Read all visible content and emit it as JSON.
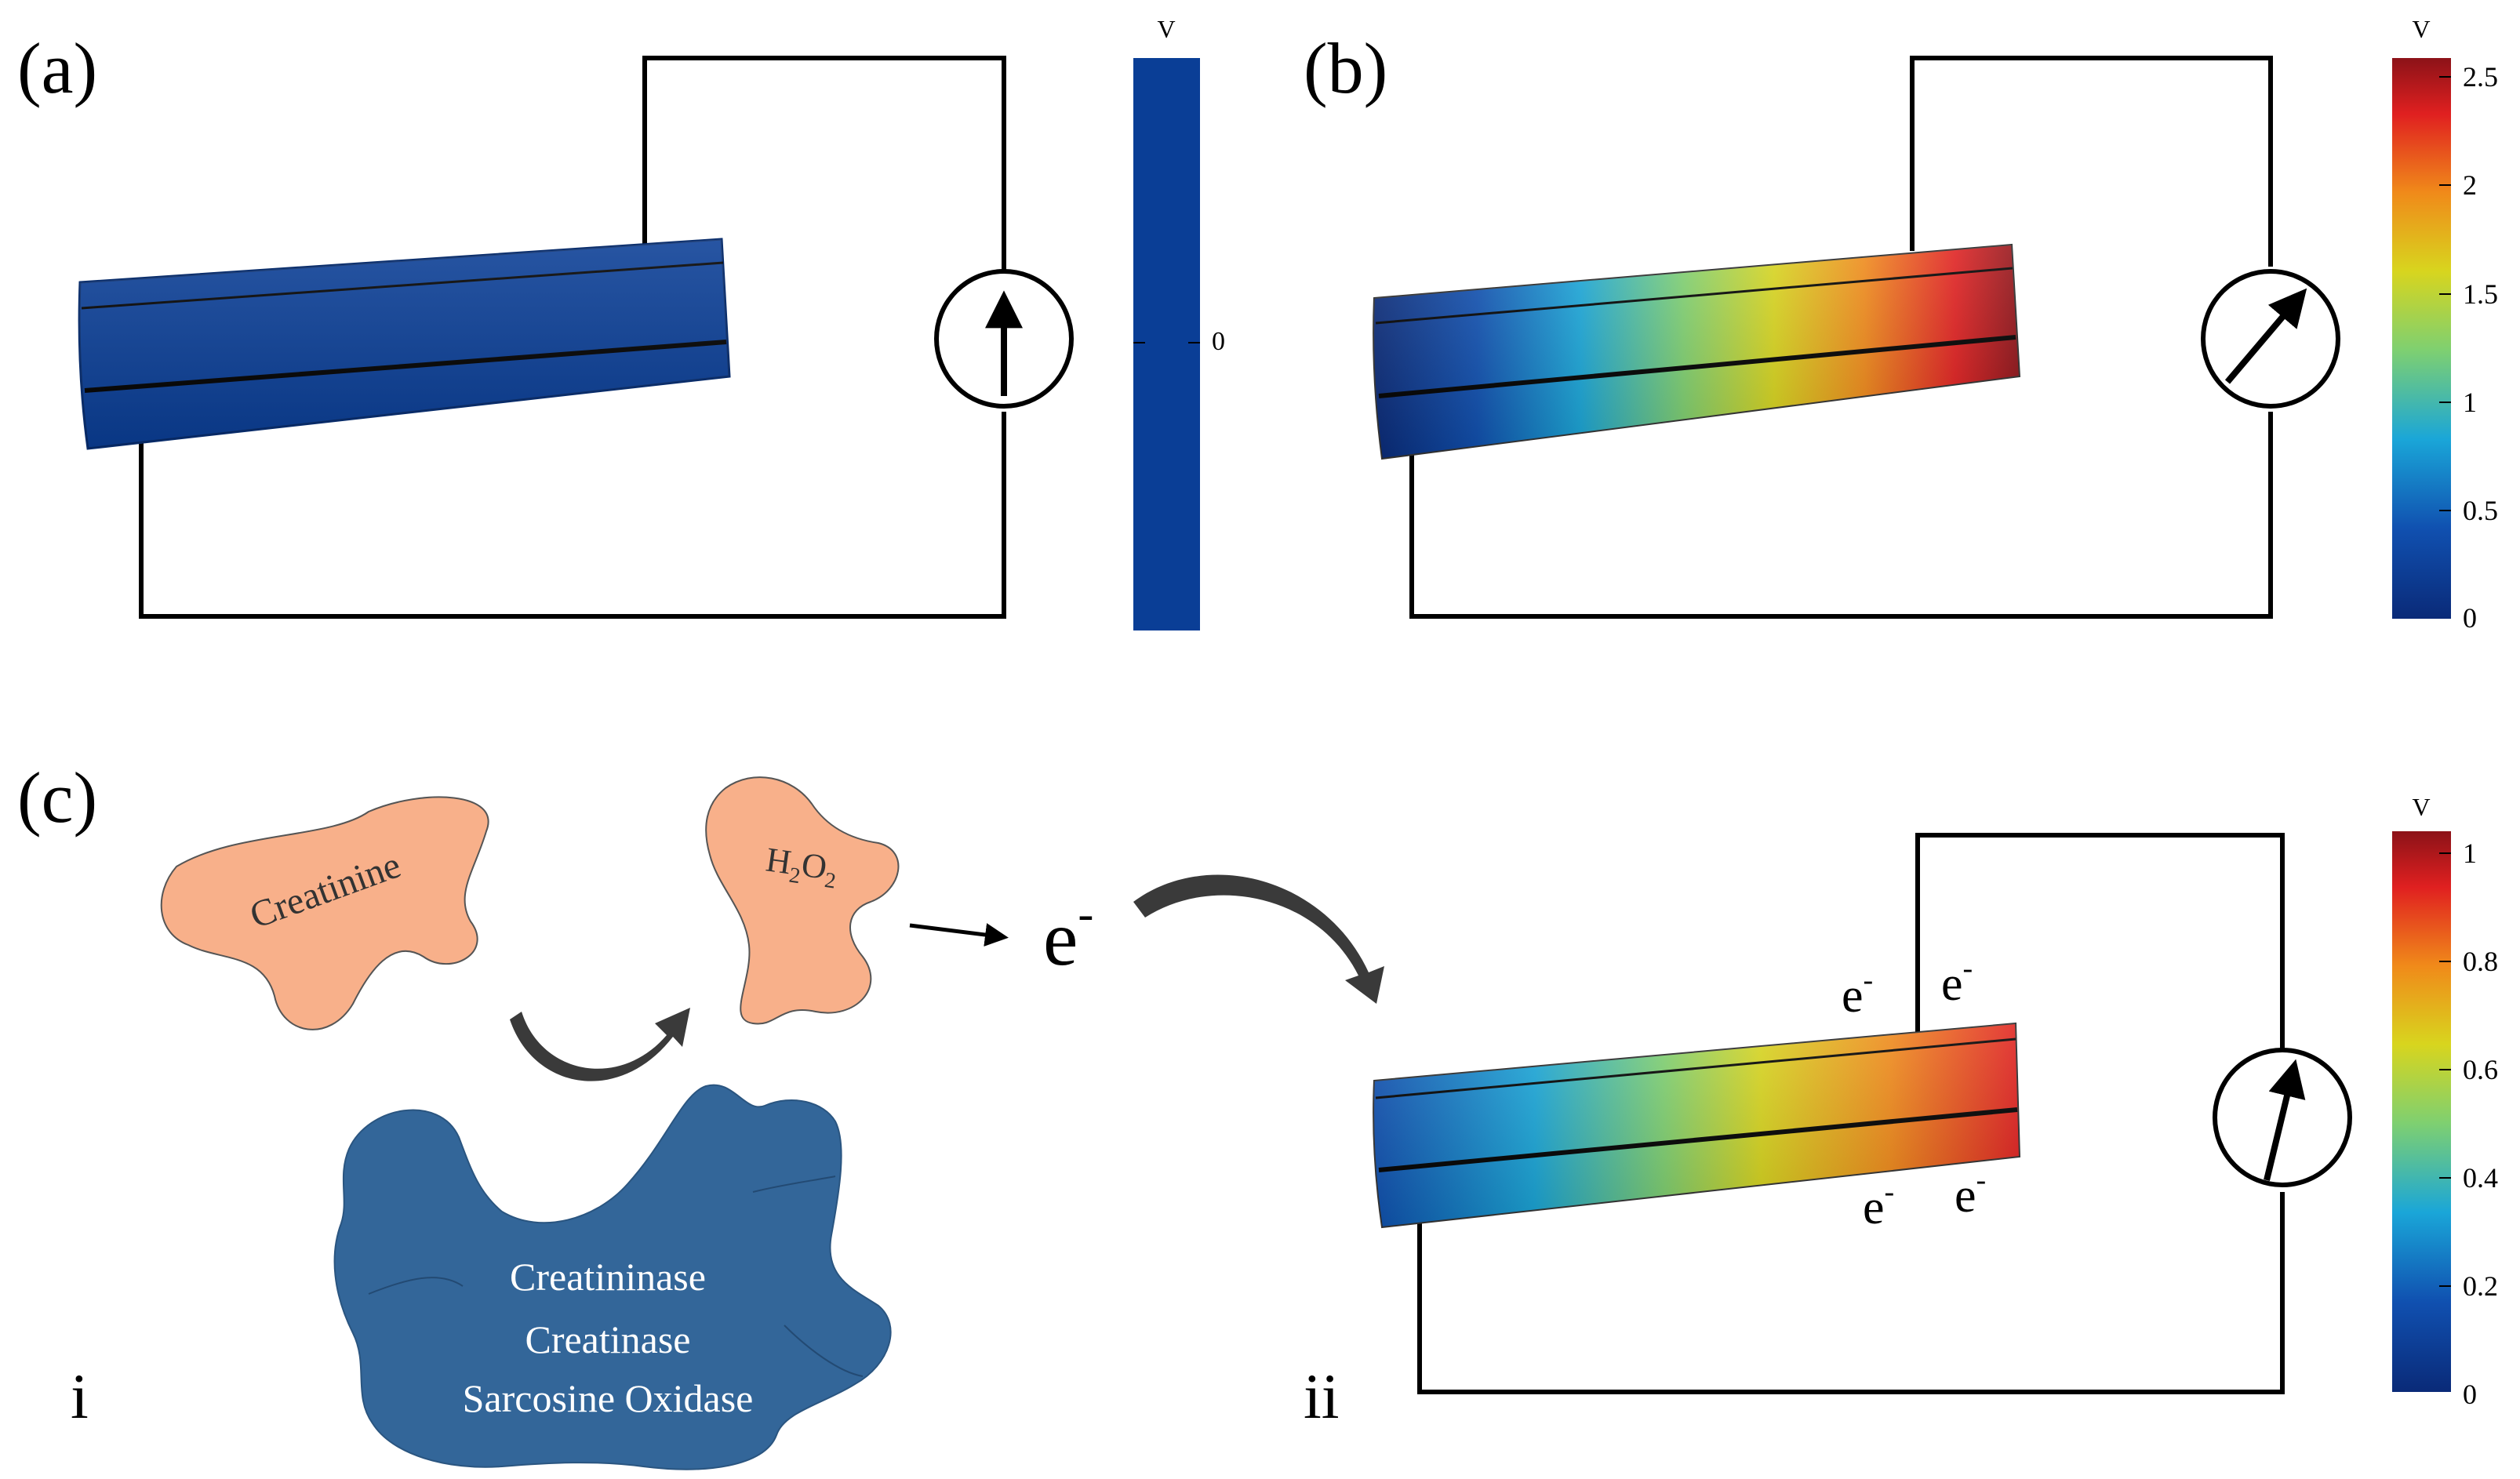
{
  "panels": {
    "a": {
      "label": "(a)",
      "colorbar": {
        "unit": "V",
        "ticks": [
          "0"
        ]
      }
    },
    "b": {
      "label": "(b)",
      "colorbar": {
        "unit": "V",
        "ticks": [
          "2.5",
          "2",
          "1.5",
          "1",
          "0.5",
          "0"
        ]
      }
    },
    "c": {
      "label": "(c)",
      "sub_i": "i",
      "sub_ii": "ii",
      "creatinine": "Creatinine",
      "h2o2": {
        "base": "H",
        "sub1": "2",
        "mid": "O",
        "sub2": "2"
      },
      "electron": {
        "base": "e",
        "sup": "-"
      },
      "enzymes": [
        "Creatininase",
        "Creatinase",
        "Sarcosine Oxidase"
      ],
      "colorbar": {
        "unit": "V",
        "ticks": [
          "1",
          "0.8",
          "0.6",
          "0.4",
          "0.2",
          "0"
        ]
      }
    }
  },
  "colors": {
    "panel_a_fill": "#0a3e96",
    "enzyme_blob": "#336699",
    "substrate_blob": "#f8b08a",
    "colormap": [
      "#0a2a78",
      "#1050b0",
      "#1aa6d8",
      "#7fd070",
      "#d8d51e",
      "#f08a1a",
      "#e02020",
      "#8c1218"
    ]
  },
  "icons": [
    "voltmeter-icon",
    "curved-arrow-icon",
    "reaction-cycle-arrow-icon"
  ]
}
